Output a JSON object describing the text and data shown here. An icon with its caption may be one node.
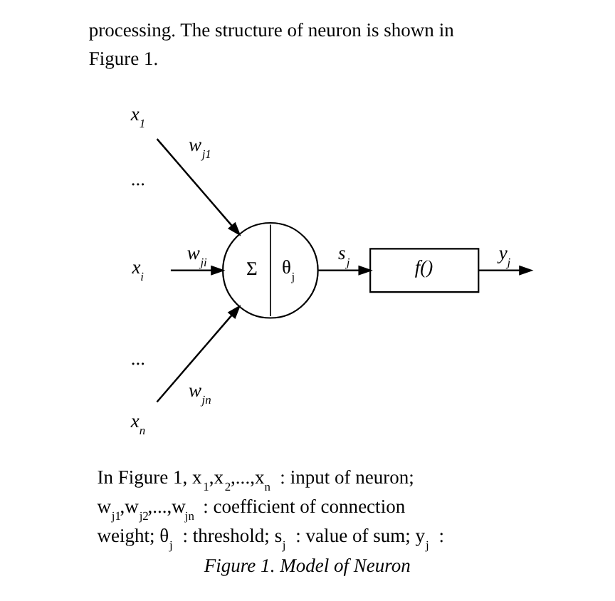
{
  "diagram": {
    "caption": "Figure 1. Model of Neuron",
    "nodes": [
      {
        "text": [
          "x$_{1}$"
        ]
      },
      {
        "text": [
          "x$_{i}$"
        ]
      },
      {
        "text": [
          "x$_{n}$"
        ]
      },
      {
        "text": [
          "Σ",
          "θ$_{j}$"
        ]
      },
      {
        "text": [
          "f()"
        ]
      }
    ],
    "edges": [
      {
        "from": 0,
        "to": 3,
        "arrow": "to",
        "label": "w$_{j1}$"
      },
      {
        "from": 1,
        "to": 3,
        "arrow": "to",
        "label": "w$_{ji}$"
      },
      {
        "from": 2,
        "to": 3,
        "arrow": "to",
        "label": "w$_{jn}$"
      },
      {
        "from": 3,
        "to": 4,
        "arrow": "to",
        "label": "s$_{j}$"
      },
      {
        "from": 4,
        "to": null,
        "arrow": "to",
        "label": "y$_{j}$"
      }
    ],
    "labels": [
      "processing. The structure of neuron is shown in Figure 1.",
      "...",
      "...",
      "In Figure 1, x$_{1}$,x$_{2}$,...,x$_{n}$ : input of neuron; w$_{j1}$,w$_{j2}$,...,w$_{jn}$ : coefficient of connection weight; θ$_{j}$ : threshold; s$_{j}$ : value of sum; y$_{j}$ :"
    ]
  }
}
